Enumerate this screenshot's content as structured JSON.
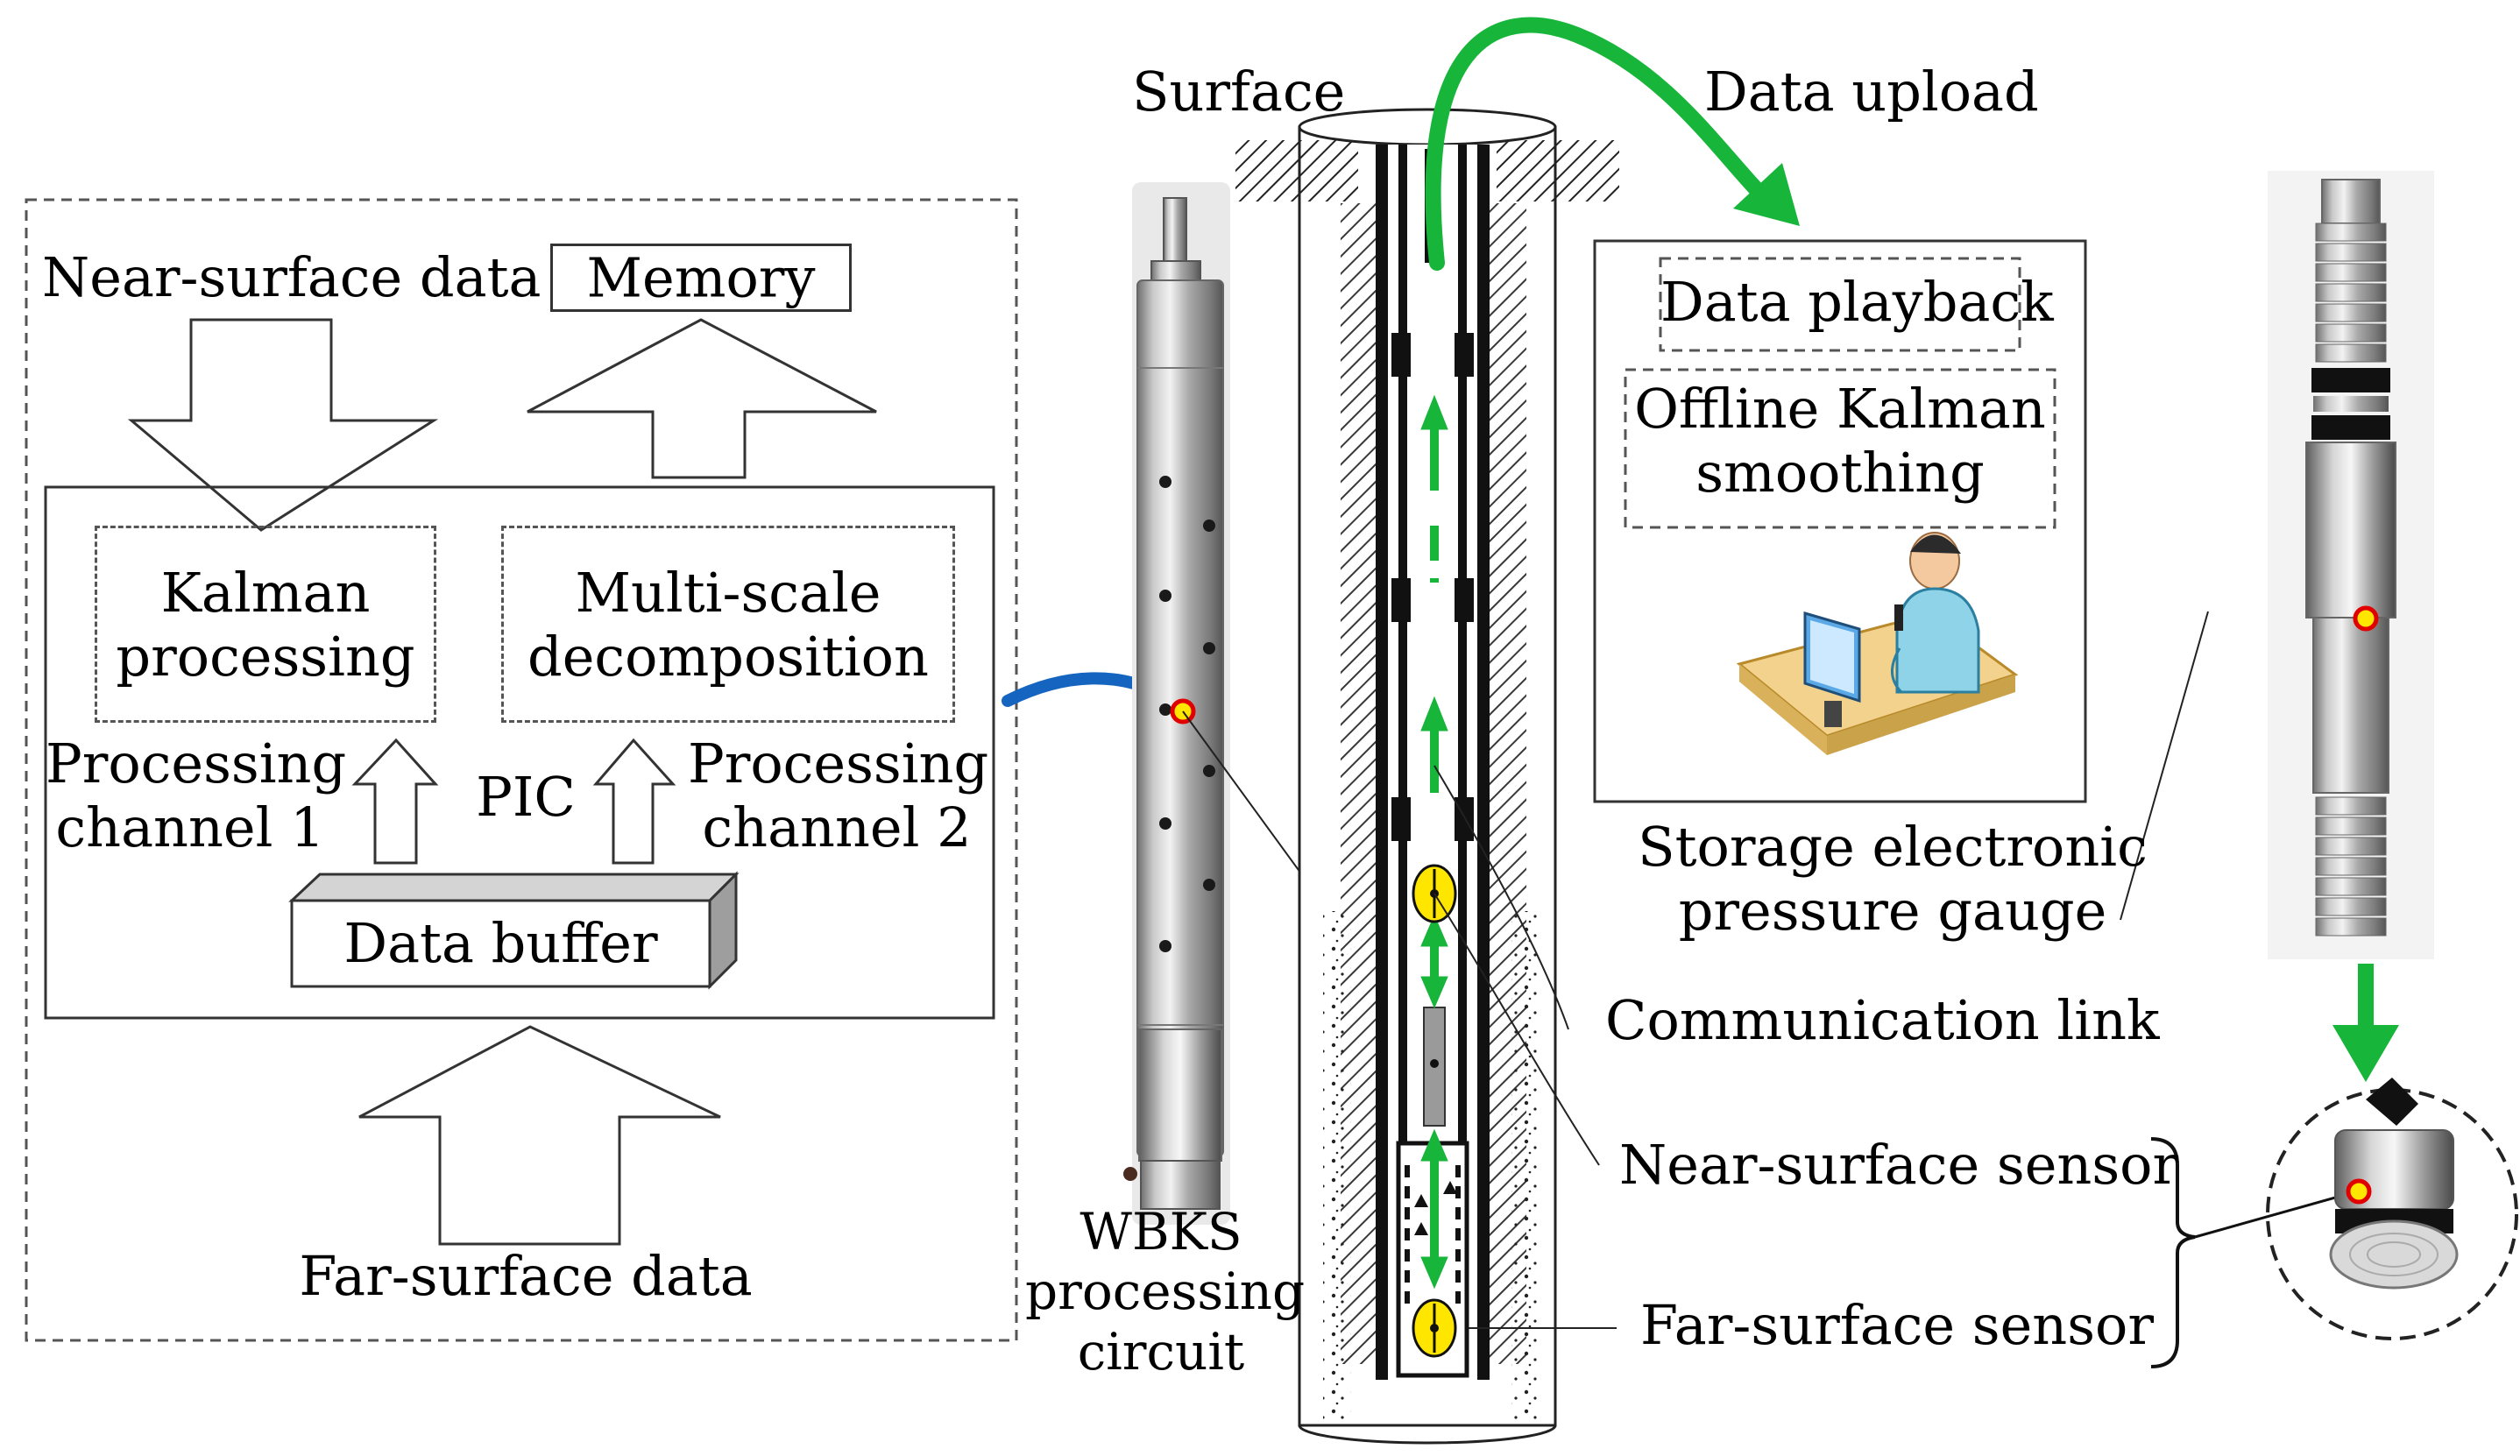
{
  "left_panel": {
    "near_surface_data": "Near-surface data",
    "memory": "Memory",
    "kalman_line1": "Kalman",
    "kalman_line2": "processing",
    "multiscale_line1": "Multi-scale",
    "multiscale_line2": "decomposition",
    "processing_ch1_line1": "Processing",
    "processing_ch1_line2": "channel 1",
    "pic": "PIC",
    "processing_ch2_line1": "Processing",
    "processing_ch2_line2": "channel 2",
    "data_buffer": "Data buffer",
    "far_surface_data": "Far-surface data"
  },
  "tool": {
    "caption_line1": "WBKS",
    "caption_line2": "processing",
    "caption_line3": "circuit"
  },
  "well": {
    "surface": "Surface",
    "data_upload": "Data upload"
  },
  "right_panel": {
    "data_playback": "Data playback",
    "offline_line1": "Offline Kalman",
    "offline_line2": "smoothing",
    "storage_line1": "Storage electronic",
    "storage_line2": "pressure gauge",
    "communication_link": "Communication link",
    "near_surface_sensor": "Near-surface sensor",
    "far_surface_sensor": "Far-surface sensor"
  },
  "colors": {
    "flow_arrow": "#17b53a",
    "pointer_arrow": "#1565c0",
    "sensor_marker_fill": "#ffe600",
    "sensor_marker_ring": "#e10000"
  }
}
